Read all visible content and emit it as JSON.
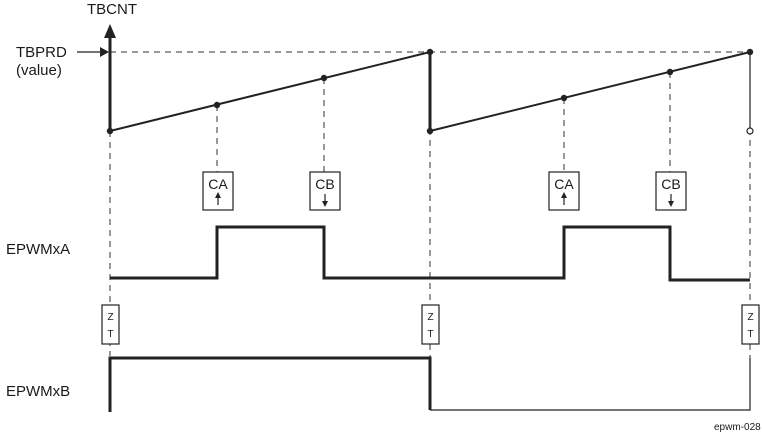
{
  "labels": {
    "tbcnt": "TBCNT",
    "tbprd_line1": "TBPRD",
    "tbprd_line2": "(value)",
    "epwmxa": "EPWMxA",
    "epwmxb": "EPWMxB",
    "figure_id": "epwm-028"
  },
  "events": {
    "ca": "CA",
    "cb": "CB",
    "z": "Z",
    "t": "T"
  }
}
